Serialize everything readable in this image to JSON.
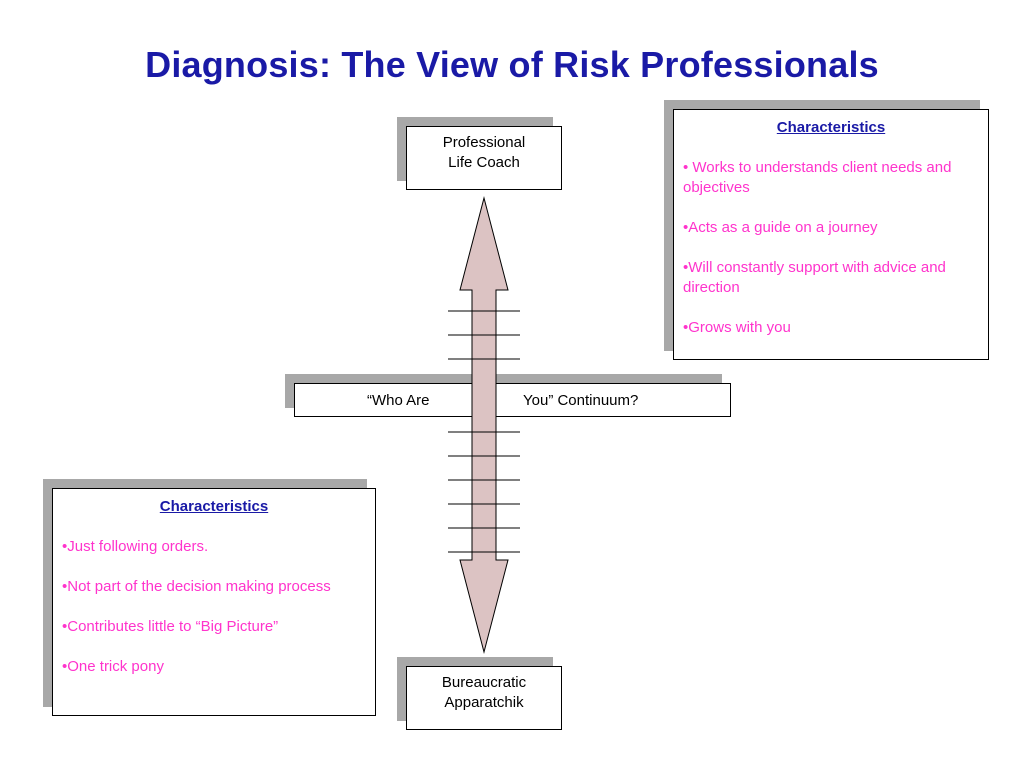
{
  "title": "Diagnosis: The View of Risk Professionals",
  "top_node": {
    "line1": "Professional",
    "line2": "Life Coach"
  },
  "bottom_node": {
    "line1": "Bureaucratic",
    "line2": "Apparatchik"
  },
  "continuum": {
    "left": "“Who Are",
    "right": "You”  Continuum?"
  },
  "top_characteristics": {
    "heading": "Characteristics",
    "items": [
      "• Works to understands client  needs and objectives",
      "•Acts as a guide on a journey",
      "•Will constantly support with advice and direction",
      "•Grows with you"
    ]
  },
  "bottom_characteristics": {
    "heading": "Characteristics",
    "items": [
      "•Just following orders.",
      "•Not part of the decision making process",
      "•Contributes little to “Big Picture”",
      "•One trick pony"
    ]
  },
  "colors": {
    "title": "#1a1aa6",
    "bullet_text": "#ff33cc",
    "arrow_fill": "#dcc3c3",
    "shadow": "#a8a8a8"
  }
}
